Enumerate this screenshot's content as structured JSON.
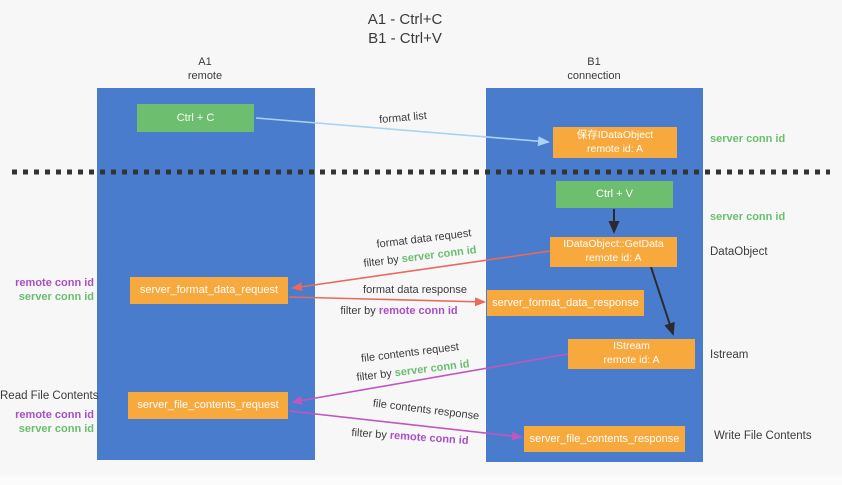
{
  "title": {
    "line1": "A1 - Ctrl+C",
    "line2": "B1 - Ctrl+V"
  },
  "lanes": {
    "left": {
      "title": "A1",
      "subtitle": "remote"
    },
    "right": {
      "title": "B1",
      "subtitle": "connection"
    }
  },
  "nodes": {
    "ctrl_c": {
      "label": "Ctrl + C"
    },
    "save_dataobject": {
      "line1": "保存IDataObject",
      "line2": "remote id: A"
    },
    "ctrl_v": {
      "label": "Ctrl + V"
    },
    "getdata": {
      "line1": "IDataObject::GetData",
      "line2": "remote id: A"
    },
    "format_request": {
      "label": "server_format_data_request"
    },
    "format_response": {
      "label": "server_format_data_response"
    },
    "istream": {
      "line1": "IStream",
      "line2": "remote id: A"
    },
    "file_request": {
      "label": "server_file_contents_request"
    },
    "file_response": {
      "label": "server_file_contents_response"
    }
  },
  "edge_labels": {
    "format_list": "format list",
    "format_data_request": "format data request",
    "filter_server_1": {
      "prefix": "filter by",
      "key": "server conn id"
    },
    "format_data_response": "format data response",
    "filter_remote_1": {
      "prefix": "filter by",
      "key": "remote conn id"
    },
    "file_contents_request": "file contents request",
    "filter_server_2": {
      "prefix": "filter by",
      "key": "server conn id"
    },
    "file_contents_response": "file contents response",
    "filter_remote_2": {
      "prefix": "filter by",
      "key": "remote conn id"
    }
  },
  "annotations": {
    "left_remote_1": "remote conn id",
    "left_server_1": "server conn id",
    "read_file_contents": "Read File Contents",
    "left_remote_2": "remote conn id",
    "left_server_2": "server conn id",
    "right_server_1": "server conn id",
    "right_server_2": "server conn id",
    "dataobject": "DataObject",
    "istream_label": "Istream",
    "write_file_contents": "Write File Contents"
  },
  "colors": {
    "lane_blue": "#4a7ccd",
    "box_orange": "#f8a93e",
    "box_green": "#6dbe6e",
    "arrow_light_blue": "#a8d3f2",
    "arrow_red": "#e96a5a",
    "arrow_purple": "#c156c1",
    "arrow_black": "#2b2b2b",
    "text_green": "#6abf6e",
    "text_purple": "#a94fc4",
    "text_dark": "#3b3b3b"
  }
}
